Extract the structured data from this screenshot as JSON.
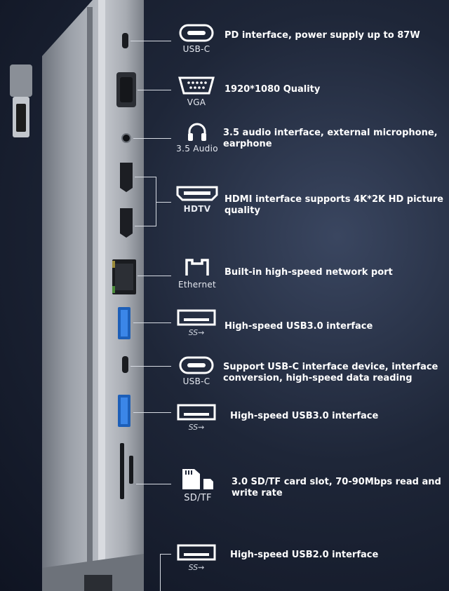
{
  "ports": [
    {
      "id": "usbc1",
      "icon": "usb-c-icon",
      "caption": "USB-C",
      "description": "PD interface, power supply up to 87W"
    },
    {
      "id": "vga",
      "icon": "vga-icon",
      "caption": "VGA",
      "description": "1920*1080 Quality"
    },
    {
      "id": "audio",
      "icon": "headphones-icon",
      "caption": "3.5 Audio",
      "description": "3.5 audio interface, external microphone,\nearphone"
    },
    {
      "id": "hdmi",
      "icon": "hdmi-icon",
      "caption": "HDTV",
      "description": "HDMI interface supports 4K*2K HD picture\nquality"
    },
    {
      "id": "ethernet",
      "icon": "ethernet-icon",
      "caption": "Ethernet",
      "description": "Built-in high-speed network port"
    },
    {
      "id": "usb3a",
      "icon": "usb-a-icon",
      "caption": "SS",
      "description": "High-speed USB3.0 interface"
    },
    {
      "id": "usbc2",
      "icon": "usb-c-icon",
      "caption": "USB-C",
      "description": "Support USB-C interface device, interface\nconversion, high-speed data reading"
    },
    {
      "id": "usb3b",
      "icon": "usb-a-icon",
      "caption": "SS",
      "description": "High-speed USB3.0 interface"
    },
    {
      "id": "sdtf",
      "icon": "sd-card-icon",
      "caption": "SD/TF",
      "description": "3.0 SD/TF card slot, 70-90Mbps read and\nwrite rate"
    },
    {
      "id": "usb2",
      "icon": "usb-a-icon",
      "caption": "SS",
      "description": "High-speed USB2.0 interface"
    }
  ],
  "colors": {
    "accent_blue": "#2f7fe0",
    "device_silver": "#9aa0aa",
    "background": "#1e2638"
  }
}
